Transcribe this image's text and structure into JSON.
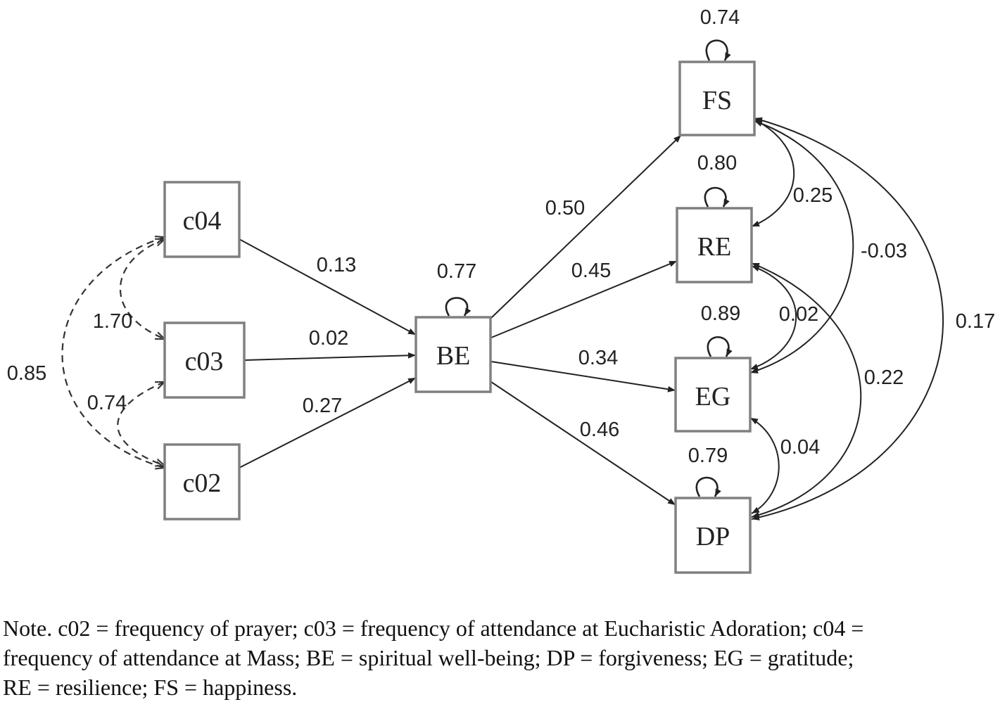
{
  "nodes": {
    "c04": "c04",
    "c03": "c03",
    "c02": "c02",
    "BE": "BE",
    "FS": "FS",
    "RE": "RE",
    "EG": "EG",
    "DP": "DP"
  },
  "paths": {
    "c04_BE": "0.13",
    "c03_BE": "0.02",
    "c02_BE": "0.27",
    "BE_FS": "0.50",
    "BE_RE": "0.45",
    "BE_EG": "0.34",
    "BE_DP": "0.46"
  },
  "variances": {
    "BE": "0.77",
    "FS": "0.74",
    "RE": "0.80",
    "EG": "0.89",
    "DP": "0.79"
  },
  "covariances": {
    "c04_c03": "1.70",
    "c03_c02": "0.74",
    "c04_c02": "0.85",
    "FS_RE": "0.25",
    "FS_EG": "-0.03",
    "FS_DP": "0.17",
    "RE_EG": "0.02",
    "RE_DP": "0.22",
    "EG_DP": "0.04"
  },
  "note": {
    "line1": "Note. c02 =  frequency of prayer; c03 = frequency of attendance at Eucharistic Adoration; c04 =",
    "line2": "frequency of attendance at Mass; BE = spiritual well-being; DP = forgiveness; EG = gratitude;",
    "line3": "RE = resilience; FS = happiness."
  }
}
